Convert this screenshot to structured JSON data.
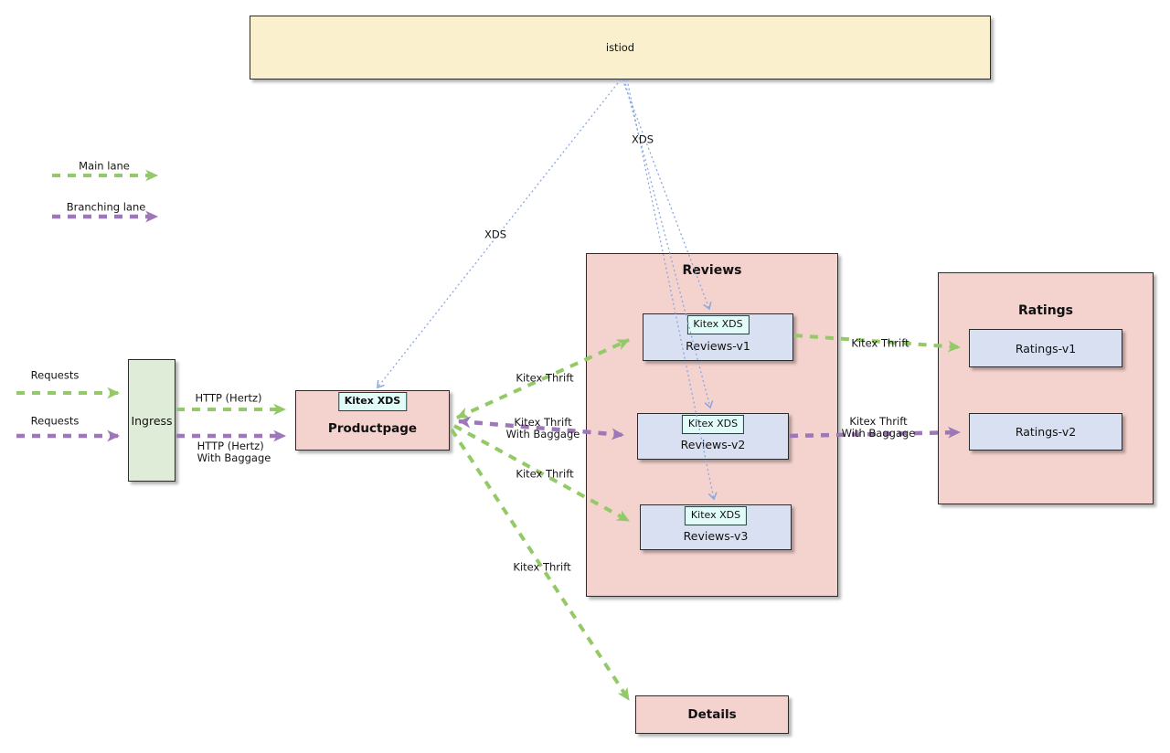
{
  "colors": {
    "main_lane": "#94c968",
    "branching_lane": "#9d77b8",
    "xds_line": "#8aa7e0",
    "istiod_fill": "#faf0ce",
    "group_fill": "#f4d2ce",
    "service_fill": "#d8e0f2",
    "badge_fill": "#e0fbf8",
    "ingress_fill": "#dfecd8"
  },
  "legend": {
    "main_label": "Main lane",
    "branching_label": "Branching lane"
  },
  "nodes": {
    "istiod": {
      "label": "istiod"
    },
    "ingress": {
      "label": "Ingress"
    },
    "productpage": {
      "label": "Productpage",
      "badge": "Kitex XDS"
    },
    "reviews_group": {
      "title": "Reviews"
    },
    "reviews_v1": {
      "label": "Reviews-v1",
      "badge": "Kitex XDS"
    },
    "reviews_v2": {
      "label": "Reviews-v2",
      "badge": "Kitex XDS"
    },
    "reviews_v3": {
      "label": "Reviews-v3",
      "badge": "Kitex XDS"
    },
    "ratings_group": {
      "title": "Ratings"
    },
    "ratings_v1": {
      "label": "Ratings-v1"
    },
    "ratings_v2": {
      "label": "Ratings-v2"
    },
    "details": {
      "label": "Details"
    }
  },
  "edge_labels": {
    "requests_main": "Requests",
    "requests_branching": "Requests",
    "http_hertz": "HTTP (Hertz)",
    "http_hertz_baggage": "HTTP (Hertz)\nWith Baggage",
    "xds_productpage": "XDS",
    "xds_reviews": "XDS",
    "thrift_reviews_v1": "Kitex Thrift",
    "thrift_reviews_v2": "Kitex Thrift\nWith Baggage",
    "thrift_reviews_v3": "Kitex Thrift",
    "thrift_details": "Kitex Thrift",
    "thrift_ratings_v1": "Kitex Thrift",
    "thrift_ratings_v2": "Kitex Thrift\nWith Baggage"
  }
}
